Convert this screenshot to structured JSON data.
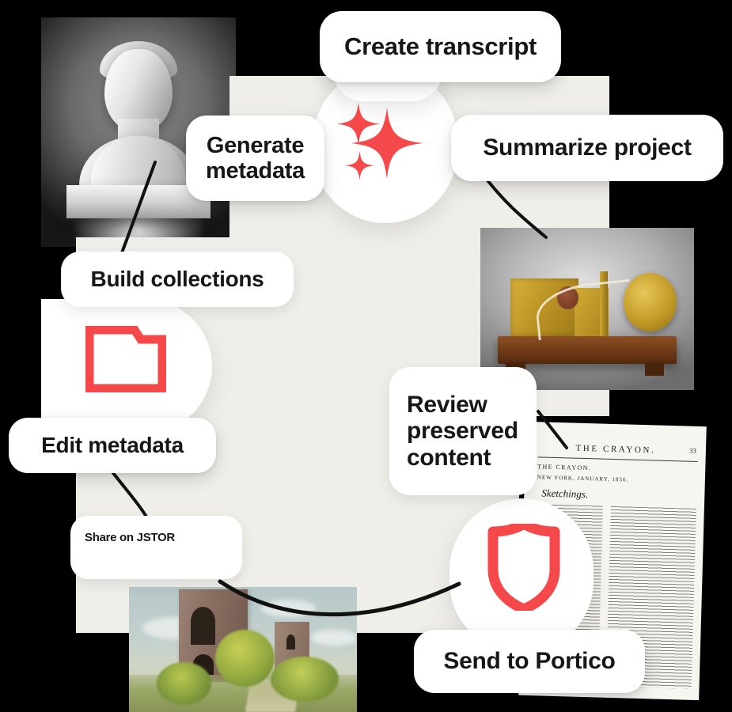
{
  "theme": {
    "accent_red": "#F4484A",
    "canvas_beige": "#EFEEE9",
    "pill_white": "#FFFFFF",
    "text_dark": "#17171A",
    "line_black": "#111111",
    "page_black": "#000000"
  },
  "actions": [
    {
      "id": "create-transcript",
      "label": "Create transcript"
    },
    {
      "id": "generate-metadata",
      "label": "Generate\nmetadata"
    },
    {
      "id": "summarize-project",
      "label": "Summarize project"
    },
    {
      "id": "build-collections",
      "label": "Build collections"
    },
    {
      "id": "edit-metadata",
      "label": "Edit metadata"
    },
    {
      "id": "share-on-jstor",
      "label": "Share on JSTOR"
    },
    {
      "id": "review-preserved-content",
      "label": "Review\npreserved\ncontent"
    },
    {
      "id": "send-to-portico",
      "label": "Send to Portico"
    }
  ],
  "pills": {
    "create_transcript": "Create transcript",
    "generate_metadata_line1": "Generate",
    "generate_metadata_line2": "metadata",
    "summarize_project": "Summarize project",
    "build_collections": "Build collections",
    "edit_metadata": "Edit metadata",
    "share_on_jstor": "Share on JSTOR",
    "review_line1": "Review",
    "review_line2": "preserved",
    "review_line3": "content",
    "send_to_portico": "Send to Portico"
  },
  "icons": [
    {
      "id": "sparkle-icon",
      "name": "sparkle-icon",
      "color": "#F4484A"
    },
    {
      "id": "folder-icon",
      "name": "folder-icon",
      "color": "#F4484A"
    },
    {
      "id": "shield-icon",
      "name": "shield-icon",
      "color": "#F4484A"
    }
  ],
  "artworks": [
    {
      "id": "marble-bust-photo",
      "alt": "Grayscale photograph of a marble portrait bust on a plinth"
    },
    {
      "id": "brass-instrument-photo",
      "alt": "Antique brass and mahogany scientific instrument"
    },
    {
      "id": "newspaper-scan",
      "alt": "Scanned page of the periodical The Crayon"
    },
    {
      "id": "watercolor-ruins",
      "alt": "Watercolour painting of overgrown stone ruins"
    }
  ],
  "newspaper": {
    "masthead": "THE CRAYON.",
    "folio": "33",
    "sub_masthead": "THE CRAYON.",
    "dateline": "NEW YORK, JANUARY, 1856.",
    "section_title": "Sketchings."
  }
}
